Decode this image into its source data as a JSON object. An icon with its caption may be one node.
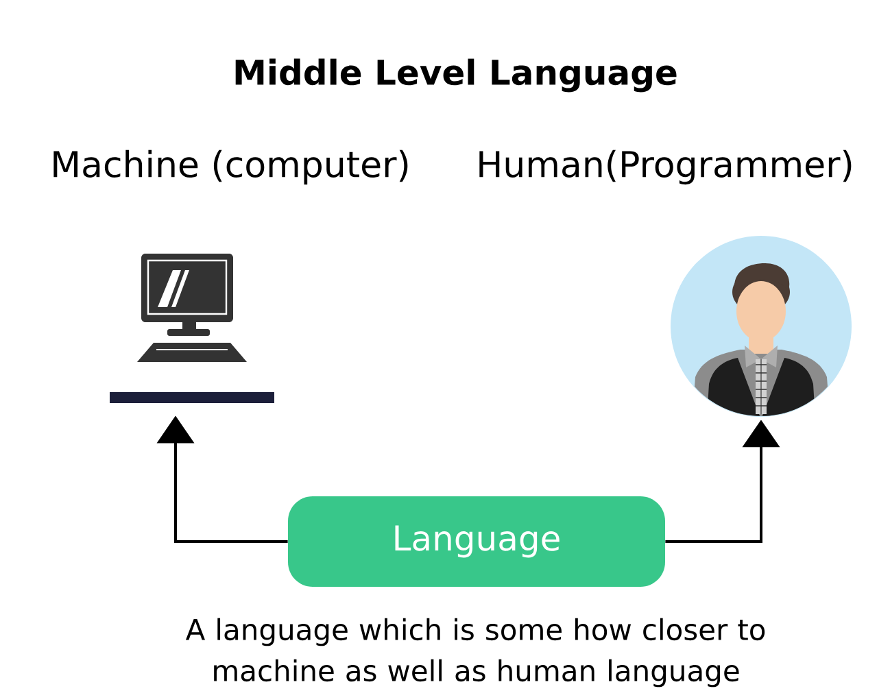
{
  "diagram": {
    "title": "Middle Level Language",
    "nodes": [
      {
        "text": [],
        "shape": "picture",
        "beside": [
          "Machine (computer)"
        ]
      },
      {
        "text": [],
        "shape": "person",
        "beside": [
          "Human(Programmer)"
        ]
      },
      {
        "text": [
          "Language"
        ],
        "beside": [
          "A language which is some how closer to machine as well as human language"
        ]
      }
    ],
    "edges": [
      {
        "from": 2,
        "to": 0,
        "arrow": "to"
      },
      {
        "from": 2,
        "to": 1,
        "arrow": "to"
      }
    ]
  }
}
